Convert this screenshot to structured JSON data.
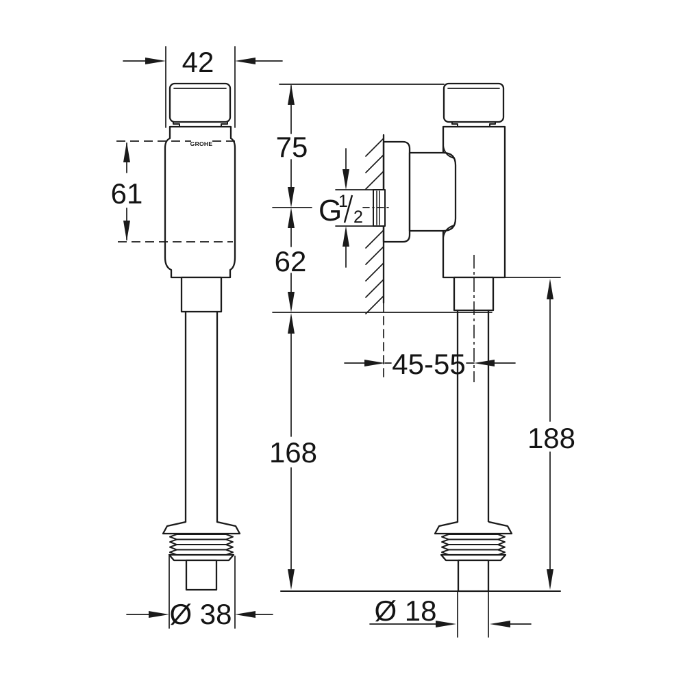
{
  "drawing": {
    "title": "flush-valve-dimension-drawing",
    "brand_mark": "GROHE",
    "dimensions": {
      "cap_width": "42",
      "body_span": "61",
      "cap_to_inlet_axis": "75",
      "inlet_axis_to_outlet": "62",
      "wall_to_pipe_axis": "45-55",
      "front_pipe_length": "168",
      "side_overall_height": "188",
      "outlet_thread_diameter": "Ø 38",
      "pipe_diameter": "Ø 18",
      "inlet_thread": {
        "letter": "G",
        "numerator": "1",
        "denominator": "2"
      }
    },
    "colors": {
      "line": "#1a1a1a",
      "background": "#ffffff"
    }
  }
}
